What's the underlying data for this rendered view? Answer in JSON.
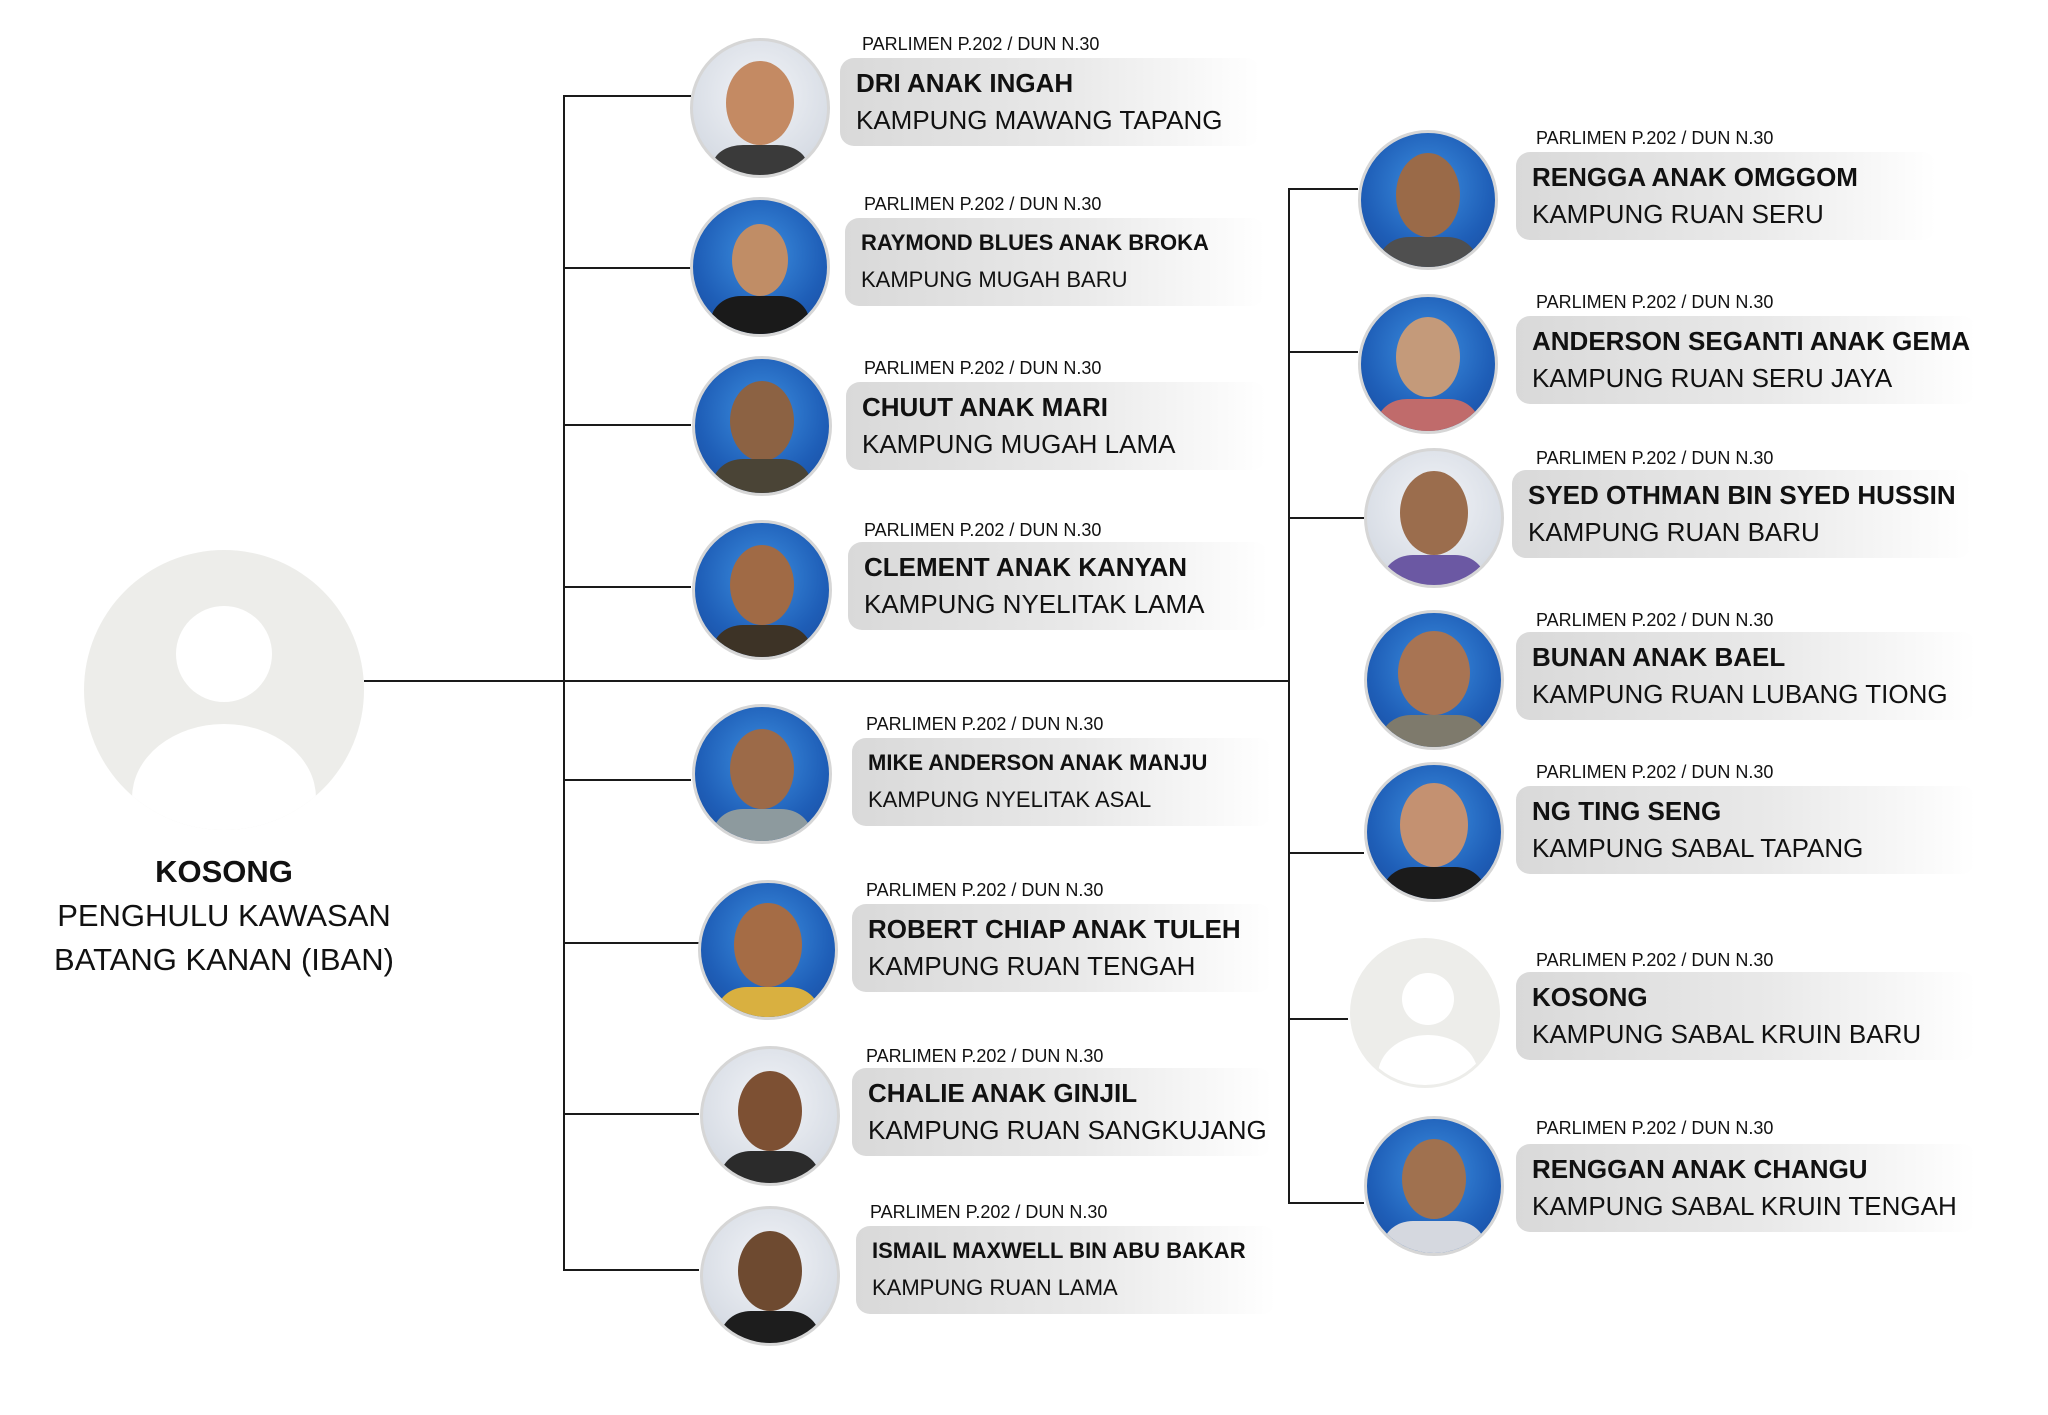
{
  "root": {
    "name": "KOSONG",
    "title_line1": "PENGHULU KAWASAN",
    "title_line2": "BATANG KANAN (IBAN)"
  },
  "left_members": [
    {
      "constituency": "PARLIMEN P.202 / DUN N.30",
      "name": "DRI ANAK INGAH",
      "village": "KAMPUNG MAWANG TAPANG"
    },
    {
      "constituency": "PARLIMEN P.202 / DUN N.30",
      "name": "RAYMOND BLUES ANAK BROKA",
      "village": "KAMPUNG MUGAH BARU"
    },
    {
      "constituency": "PARLIMEN P.202 / DUN N.30",
      "name": "CHUUT ANAK MARI",
      "village": "KAMPUNG MUGAH LAMA"
    },
    {
      "constituency": "PARLIMEN P.202 / DUN N.30",
      "name": "CLEMENT ANAK KANYAN",
      "village": "KAMPUNG NYELITAK LAMA"
    },
    {
      "constituency": "PARLIMEN P.202 / DUN N.30",
      "name": "MIKE ANDERSON ANAK MANJU",
      "village": "KAMPUNG NYELITAK ASAL"
    },
    {
      "constituency": "PARLIMEN P.202 / DUN N.30",
      "name": "ROBERT CHIAP ANAK TULEH",
      "village": "KAMPUNG RUAN TENGAH"
    },
    {
      "constituency": "PARLIMEN P.202 / DUN N.30",
      "name": "CHALIE ANAK GINJIL",
      "village": "KAMPUNG RUAN SANGKUJANG"
    },
    {
      "constituency": "PARLIMEN P.202 / DUN N.30",
      "name": "ISMAIL MAXWELL BIN ABU BAKAR",
      "village": "KAMPUNG RUAN LAMA"
    }
  ],
  "right_members": [
    {
      "constituency": "PARLIMEN P.202 / DUN N.30",
      "name": "RENGGA ANAK OMGGOM",
      "village": "KAMPUNG RUAN SERU"
    },
    {
      "constituency": "PARLIMEN P.202 / DUN N.30",
      "name": "ANDERSON SEGANTI ANAK GEMA",
      "village": "KAMPUNG RUAN SERU JAYA"
    },
    {
      "constituency": "PARLIMEN P.202 / DUN N.30",
      "name": "SYED OTHMAN BIN SYED HUSSIN",
      "village": "KAMPUNG RUAN BARU"
    },
    {
      "constituency": "PARLIMEN P.202 / DUN N.30",
      "name": "BUNAN ANAK BAEL",
      "village": "KAMPUNG RUAN LUBANG TIONG"
    },
    {
      "constituency": "PARLIMEN P.202 / DUN N.30",
      "name": "NG TING SENG",
      "village": "KAMPUNG SABAL TAPANG"
    },
    {
      "constituency": "PARLIMEN P.202 / DUN N.30",
      "name": "KOSONG",
      "village": "KAMPUNG SABAL KRUIN BARU"
    },
    {
      "constituency": "PARLIMEN P.202 / DUN N.30",
      "name": "RENGGAN ANAK CHANGU",
      "village": "KAMPUNG SABAL KRUIN TENGAH"
    }
  ],
  "colors": {
    "connector": "#1a1a1a",
    "placeholder": "#ededea",
    "card_start": "#d9d9d9"
  }
}
